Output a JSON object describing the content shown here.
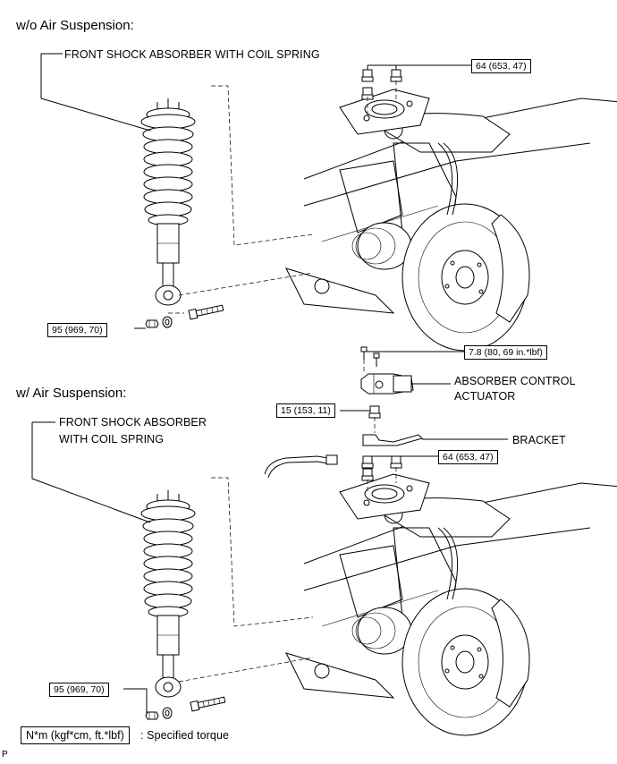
{
  "sections": {
    "without_air": {
      "title": "w/o Air Suspension:",
      "absorber_label": "FRONT SHOCK ABSORBER WITH COIL SPRING",
      "torque_top": "64 (653, 47)",
      "torque_bottom": "95 (969, 70)"
    },
    "with_air": {
      "title": "w/ Air Suspension:",
      "absorber_label_line1": "FRONT SHOCK ABSORBER",
      "absorber_label_line2": "WITH COIL SPRING",
      "torque_actuator": "7.8 (80, 69 in.*lbf)",
      "actuator_label_line1": "ABSORBER CONTROL",
      "actuator_label_line2": "ACTUATOR",
      "torque_bracket": "15 (153, 11)",
      "bracket_label": "BRACKET",
      "torque_top": "64 (653, 47)",
      "torque_bottom": "95 (969, 70)"
    }
  },
  "legend": {
    "unit_box": "N*m (kgf*cm, ft.*lbf)",
    "unit_text": ": Specified torque"
  },
  "footer_mark": "P"
}
